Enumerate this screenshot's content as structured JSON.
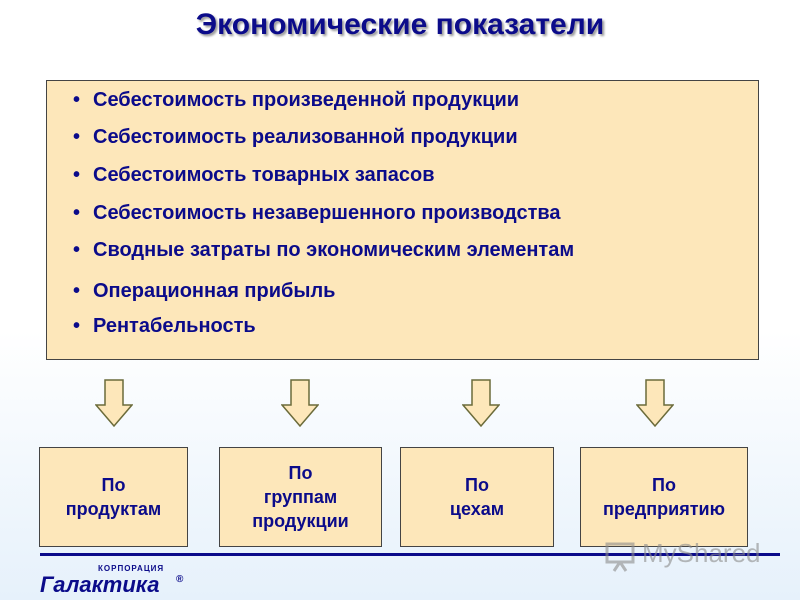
{
  "title": "Экономические показатели",
  "indicators": [
    "Себестоимость произведенной продукции",
    "Себестоимость реализованной продукции",
    "Себестоимость товарных запасов",
    "Себестоимость незавершенного производства",
    "Сводные затраты по экономическим элементам",
    "Операционная прибыль",
    "Рентабельность"
  ],
  "bullet_symbol": "•",
  "categories": [
    {
      "lines": [
        "По",
        "продуктам"
      ]
    },
    {
      "lines": [
        "По",
        "группам",
        "продукции"
      ]
    },
    {
      "lines": [
        "По",
        "цехам"
      ]
    },
    {
      "lines": [
        "По",
        "предприятию"
      ]
    }
  ],
  "logo": {
    "corporation": "КОРПОРАЦИЯ",
    "name": "Галактика",
    "registered": "®"
  },
  "watermark": {
    "text": "MyShared"
  },
  "colors": {
    "text": "#0b0b8a",
    "box_fill": "#fde7ba",
    "arrow_fill": "#fde7ba",
    "arrow_stroke": "#6b6b3a"
  }
}
